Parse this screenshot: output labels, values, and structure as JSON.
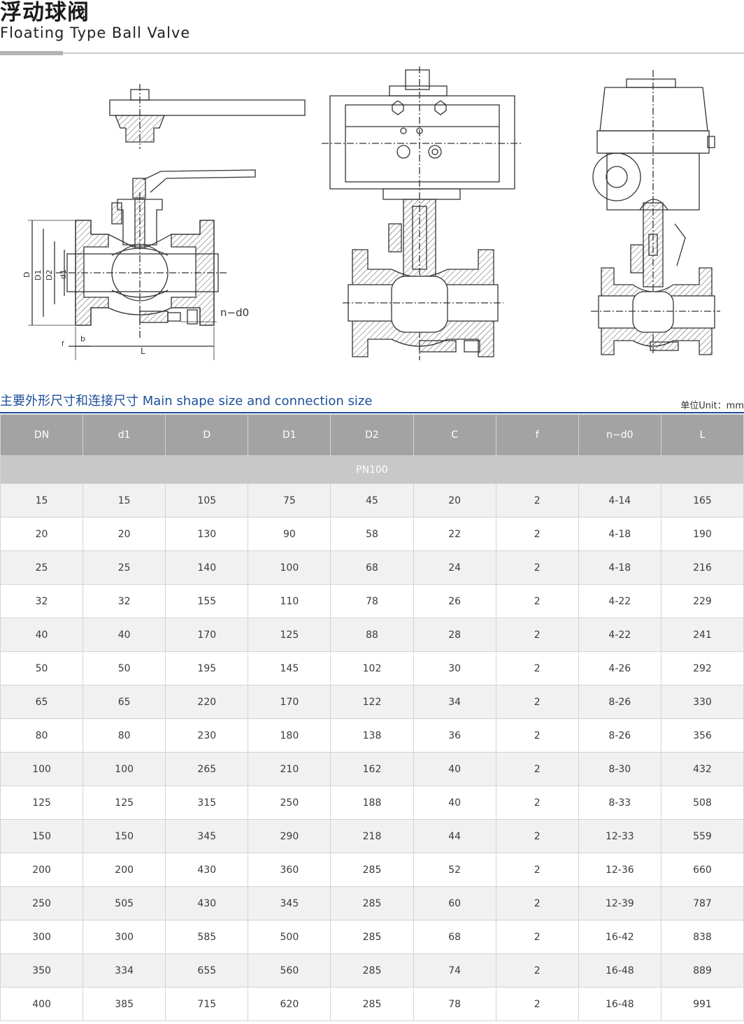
{
  "header": {
    "title_cn": "浮动球阀",
    "title_en": "Floating Type Ball Valve"
  },
  "drawing": {
    "labels": {
      "D": "D",
      "D1": "D1",
      "D2": "D2",
      "d1": "d1",
      "f": "f",
      "b": "b",
      "L": "L",
      "nd0": "n−d0"
    }
  },
  "section": {
    "title": "主要外形尺寸和连接尺寸 Main shape size and connection size",
    "unit": "单位Unit：mm"
  },
  "table": {
    "columns": [
      "DN",
      "d1",
      "D",
      "D1",
      "D2",
      "C",
      "f",
      "n−d0",
      "L"
    ],
    "group_label": "PN100",
    "rows": [
      [
        "15",
        "15",
        "105",
        "75",
        "45",
        "20",
        "2",
        "4-14",
        "165"
      ],
      [
        "20",
        "20",
        "130",
        "90",
        "58",
        "22",
        "2",
        "4-18",
        "190"
      ],
      [
        "25",
        "25",
        "140",
        "100",
        "68",
        "24",
        "2",
        "4-18",
        "216"
      ],
      [
        "32",
        "32",
        "155",
        "110",
        "78",
        "26",
        "2",
        "4-22",
        "229"
      ],
      [
        "40",
        "40",
        "170",
        "125",
        "88",
        "28",
        "2",
        "4-22",
        "241"
      ],
      [
        "50",
        "50",
        "195",
        "145",
        "102",
        "30",
        "2",
        "4-26",
        "292"
      ],
      [
        "65",
        "65",
        "220",
        "170",
        "122",
        "34",
        "2",
        "8-26",
        "330"
      ],
      [
        "80",
        "80",
        "230",
        "180",
        "138",
        "36",
        "2",
        "8-26",
        "356"
      ],
      [
        "100",
        "100",
        "265",
        "210",
        "162",
        "40",
        "2",
        "8-30",
        "432"
      ],
      [
        "125",
        "125",
        "315",
        "250",
        "188",
        "40",
        "2",
        "8-33",
        "508"
      ],
      [
        "150",
        "150",
        "345",
        "290",
        "218",
        "44",
        "2",
        "12-33",
        "559"
      ],
      [
        "200",
        "200",
        "430",
        "360",
        "285",
        "52",
        "2",
        "12-36",
        "660"
      ],
      [
        "250",
        "505",
        "430",
        "345",
        "285",
        "60",
        "2",
        "12-39",
        "787"
      ],
      [
        "300",
        "300",
        "585",
        "500",
        "285",
        "68",
        "2",
        "16-42",
        "838"
      ],
      [
        "350",
        "334",
        "655",
        "560",
        "285",
        "74",
        "2",
        "16-48",
        "889"
      ],
      [
        "400",
        "385",
        "715",
        "620",
        "285",
        "78",
        "2",
        "16-48",
        "991"
      ]
    ]
  }
}
